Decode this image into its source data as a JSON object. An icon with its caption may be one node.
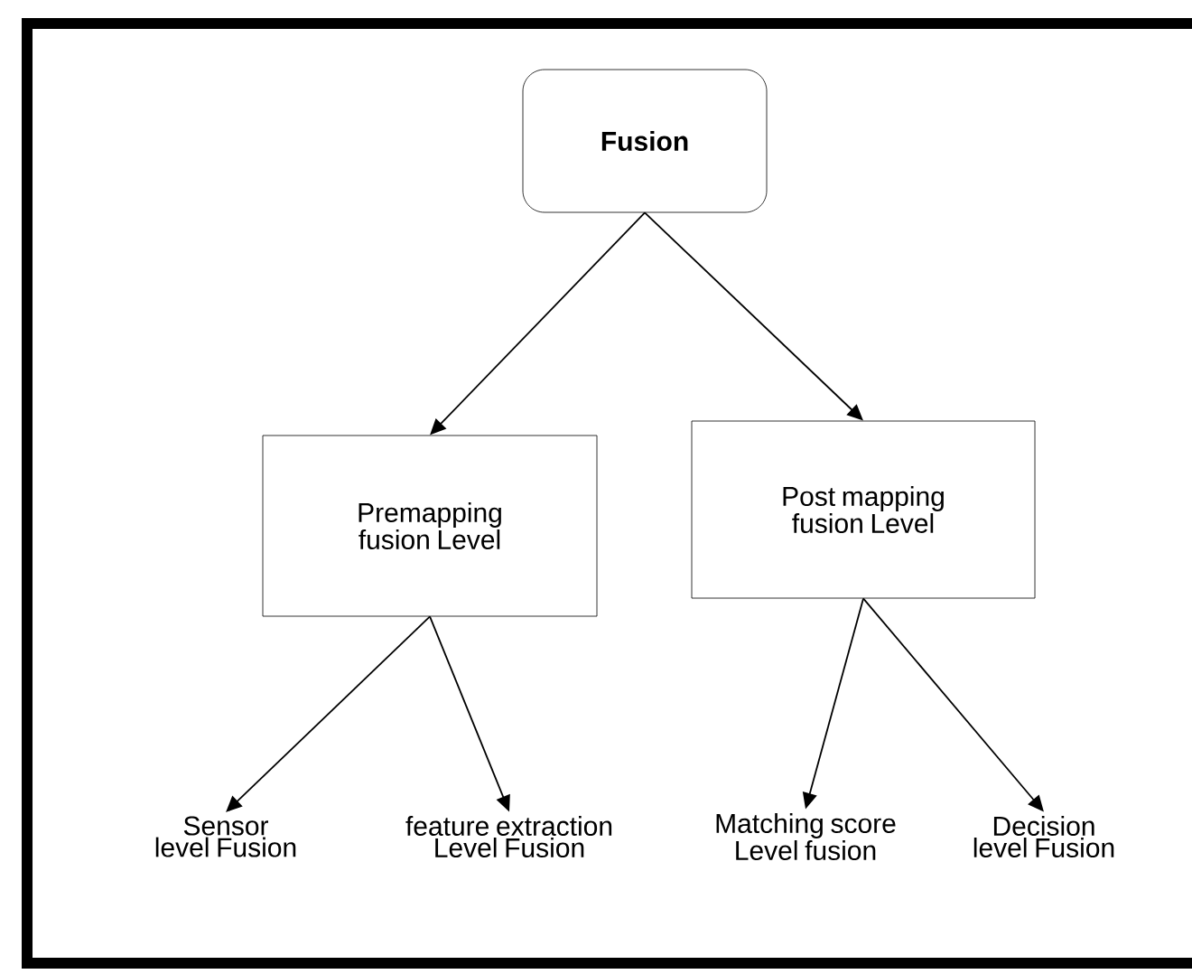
{
  "diagram": {
    "nodes": [
      {
        "text": [
          "Fusion"
        ]
      },
      {
        "text": [
          "Premapping fusion Level"
        ]
      },
      {
        "text": [
          "Post mapping fusion Level"
        ]
      },
      {
        "text": [
          "Sensor level Fusion"
        ]
      },
      {
        "text": [
          "feature extraction Level Fusion"
        ]
      },
      {
        "text": [
          "Matching score Level fusion"
        ]
      },
      {
        "text": [
          "Decision level Fusion"
        ]
      }
    ],
    "edges": [
      {
        "from": 0,
        "to": 1,
        "arrow": "to"
      },
      {
        "from": 0,
        "to": 2,
        "arrow": "to"
      },
      {
        "from": 1,
        "to": 3,
        "arrow": "to"
      },
      {
        "from": 1,
        "to": 4,
        "arrow": "to"
      },
      {
        "from": 2,
        "to": 5,
        "arrow": "to"
      },
      {
        "from": 2,
        "to": 6,
        "arrow": "to"
      }
    ]
  }
}
